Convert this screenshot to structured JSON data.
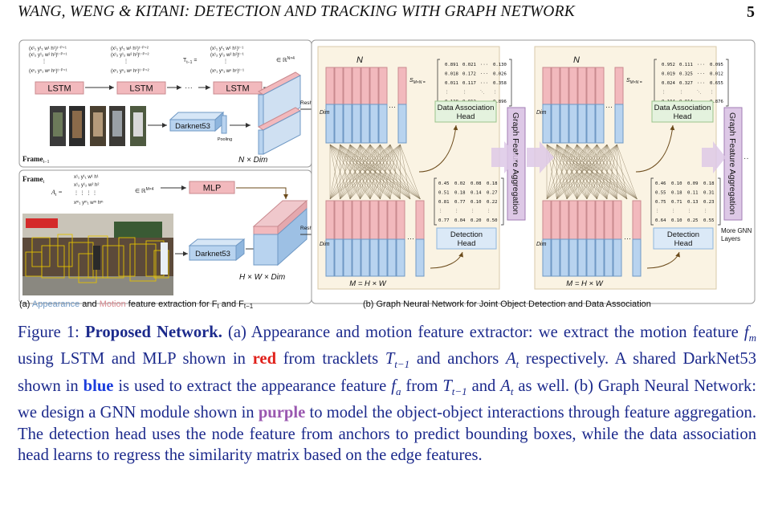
{
  "header": {
    "title": "WANG, WENG & KITANI: DETECTION AND TRACKING WITH GRAPH NETWORK",
    "page_number": "5"
  },
  "figure_a": {
    "lstm_label": "LSTM",
    "darknet_label": "Darknet53",
    "pooling_label": "Pooling",
    "mlp_label": "MLP",
    "frame_prev": "Frame",
    "frame_prev_sub": "t−1",
    "frame_cur": "Frame",
    "frame_cur_sub": "t",
    "t_symbol": "T",
    "t_sub": "t−1",
    "a_symbol": "A",
    "a_sub": "t",
    "space_n": "∈ ℝ",
    "space_n_sup": "N×4",
    "space_m": "∈ ℝ",
    "space_m_sup": "M×4",
    "n_dim": "N × Dim",
    "hwdim": "H × W × Dim",
    "reshape1": "Reshape",
    "reshape2": "Reshape",
    "caption_prefix": "(a) ",
    "caption_appearance": "Appearance",
    "caption_and": " and ",
    "caption_motion": "Motion",
    "caption_rest": " feature extraction for F",
    "caption_t": "t",
    "caption_and2": " and F",
    "caption_t1": "t−1"
  },
  "figure_b": {
    "n_label": "N",
    "dim_label": "Dim",
    "mhw_label": "M = H × W",
    "s_label": "S",
    "s_sub": "M×N",
    "data_assoc": "Data Association",
    "data_assoc2": "Head",
    "detection": "Detection",
    "detection2": "Head",
    "gfa": "Graph Feature Aggregation",
    "more_layers": "More GNN",
    "more_layers2": "Layers",
    "caption": "(b) Graph Neural Network for Joint Object Detection and Data Association",
    "matrix_s1": [
      [
        "0.891",
        "0.021",
        "···",
        "0.130"
      ],
      [
        "0.018",
        "0.172",
        "···",
        "0.026"
      ],
      [
        "0.011",
        "0.117",
        "···",
        "0.358"
      ],
      [
        "⋮",
        "⋮",
        "⋱",
        "⋮"
      ],
      [
        "0.128",
        "0.012",
        "···",
        "0.896"
      ]
    ],
    "matrix_d1": [
      [
        "0.45",
        "0.02",
        "0.08",
        "0.18"
      ],
      [
        "0.51",
        "0.18",
        "0.14",
        "0.27"
      ],
      [
        "0.81",
        "0.77",
        "0.10",
        "0.22"
      ],
      [
        "⋮",
        "⋮",
        "⋮",
        "⋮"
      ],
      [
        "0.77",
        "0.04",
        "0.20",
        "0.50"
      ]
    ],
    "matrix_s2": [
      [
        "0.952",
        "0.111",
        "···",
        "0.095"
      ],
      [
        "0.019",
        "0.325",
        "···",
        "0.012"
      ],
      [
        "0.024",
        "0.327",
        "···",
        "0.655"
      ],
      [
        "⋮",
        "⋮",
        "⋱",
        "⋮"
      ],
      [
        "0.194",
        "0.014",
        "···",
        "0.876"
      ]
    ],
    "matrix_d2": [
      [
        "0.46",
        "0.10",
        "0.09",
        "0.18"
      ],
      [
        "0.55",
        "0.18",
        "0.11",
        "0.31"
      ],
      [
        "0.75",
        "0.71",
        "0.13",
        "0.23"
      ],
      [
        "⋮",
        "⋮",
        "⋮",
        "⋮"
      ],
      [
        "0.64",
        "0.10",
        "0.25",
        "0.55"
      ]
    ]
  },
  "caption": {
    "label": "Figure 1:",
    "bold": "Proposed Network.",
    "p1": " (a) Appearance and motion feature extractor: we extract the motion feature ",
    "fm": "f",
    "fm_sub": "m",
    "p2": " using LSTM and MLP shown in ",
    "red": "red",
    "p3": " from tracklets ",
    "T": "T",
    "T_sub": "t−1",
    "p4": " and anchors ",
    "A": "A",
    "A_sub": "t",
    "p5": " respectively.  A shared DarkNet53 shown in ",
    "blue": "blue",
    "p6": " is used to extract the appearance feature ",
    "fa": "f",
    "fa_sub": "a",
    "p7": " from ",
    "T2": "T",
    "T2_sub": "t−1",
    "p8": " and ",
    "A2": "A",
    "A2_sub": "t",
    "p9": " as well. (b) Graph Neural Network: we design a GNN module shown in ",
    "purple": "purple",
    "p10": " to model the object-object interactions through feature aggregation. The detection head uses the node feature from anchors to predict bounding boxes, while the data association head learns to regress the similarity matrix based on the edge features."
  },
  "colors": {
    "red_block": "#f2b9bd",
    "blue_block": "#b8d3ef",
    "purple_block": "#ddc8e6",
    "panel_bg": "#faf3e3",
    "caption_blue": "#1c2a8c"
  }
}
